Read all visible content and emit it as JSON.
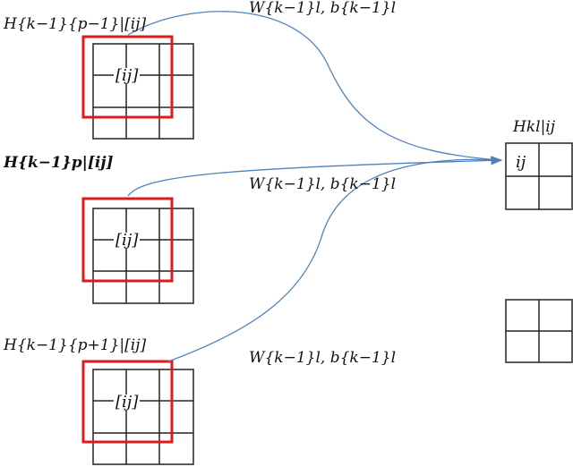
{
  "labels": {
    "h_top": "H{k−1}{p−1}|[ij]",
    "h_mid": "H{k−1}p|[ij]",
    "h_bot": "H{k−1}{p+1}|[ij]",
    "w_top": "W{k−1}l, b{k−1}l",
    "w_mid": "W{k−1}l, b{k−1}l",
    "w_bot": "W{k−1}l, b{k−1}l",
    "h_out": "Hkl|ij",
    "cell_top": "[ij]",
    "cell_mid": "[ij]",
    "cell_bot": "[ij]",
    "cell_out": "ij"
  },
  "colors": {
    "grid": "#222222",
    "highlight": "#e0191b",
    "arrow": "#4f81bd"
  }
}
